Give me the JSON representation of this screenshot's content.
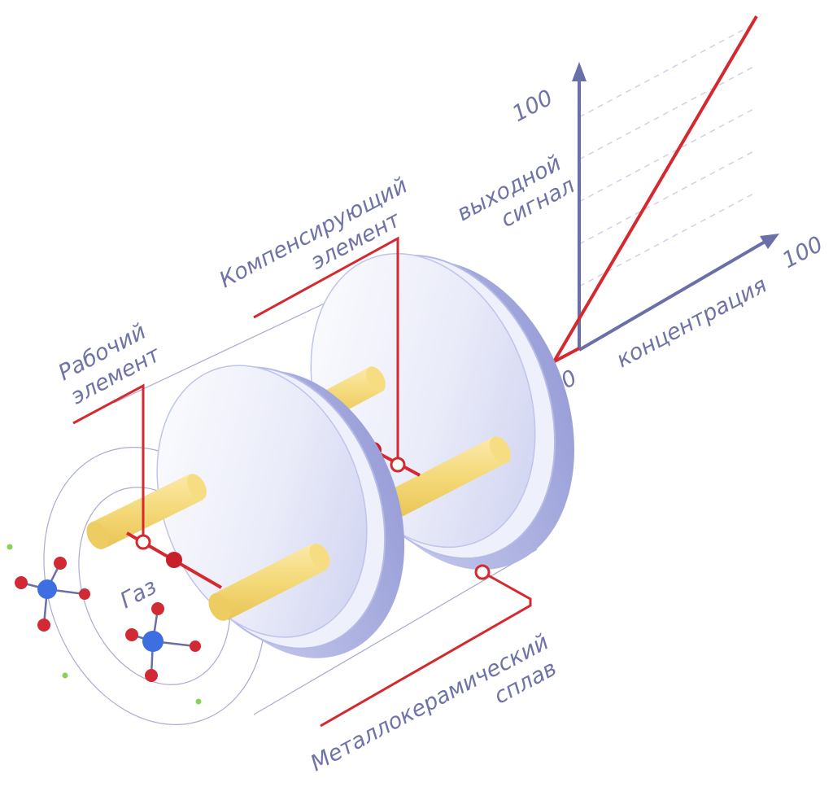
{
  "labels": {
    "working_line1": "Рабочий",
    "working_line2": "элемент",
    "comp_line1": "Компенсирующий",
    "comp_line2": "элемент",
    "output_line1": "выходной",
    "output_line2": "сигнал",
    "concentration": "концентрация",
    "gas": "Газ",
    "alloy_line1": "Металлокерамический",
    "alloy_line2": "сплав"
  },
  "axes": {
    "y_max": "100",
    "x_max": "100",
    "origin": "0"
  },
  "colors": {
    "axis": "#6b6fa8",
    "signal_line": "#d42a2f",
    "leader_line": "#d42a2f",
    "rod": "#f3d676",
    "disk": "#dfe2f6",
    "atom_center": "#3e6fe0",
    "atom_outer": "#d12a34",
    "gas_dot": "#8ad15a"
  }
}
